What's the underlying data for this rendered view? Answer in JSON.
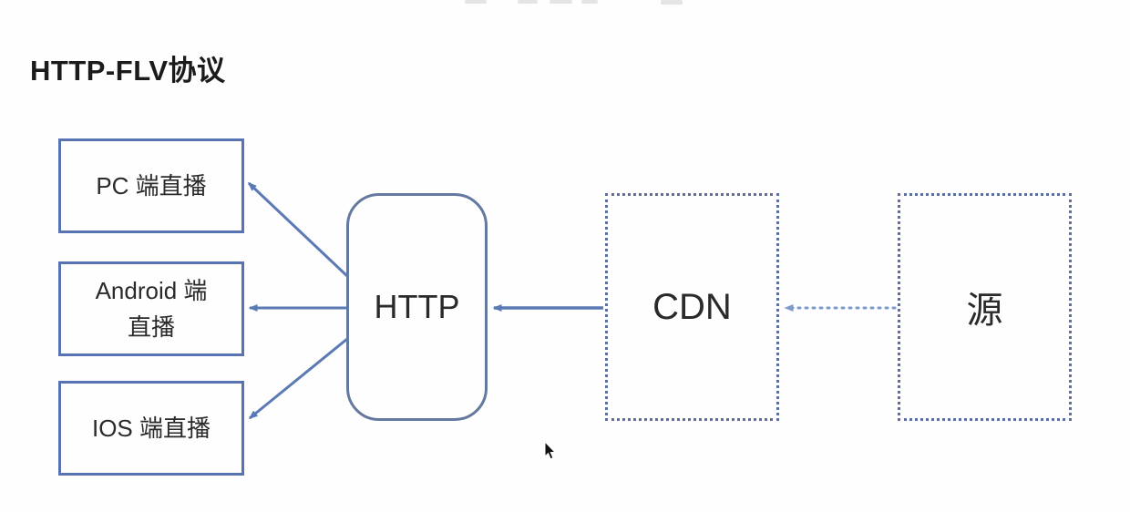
{
  "page": {
    "title": "HTTP-FLV协议",
    "background": "#fefefe"
  },
  "nodes": {
    "pc": {
      "label": "PC 端直播",
      "style": "solid"
    },
    "android": {
      "line1": "Android 端",
      "line2": "直播",
      "style": "solid"
    },
    "ios": {
      "label": "IOS 端直播",
      "style": "solid"
    },
    "http": {
      "label": "HTTP",
      "style": "rounded"
    },
    "cdn": {
      "label": "CDN",
      "style": "dotted"
    },
    "source": {
      "label": "源",
      "style": "dotted"
    }
  },
  "edges": [
    {
      "from": "http",
      "to": "pc",
      "style": "solid"
    },
    {
      "from": "http",
      "to": "android",
      "style": "solid"
    },
    {
      "from": "http",
      "to": "ios",
      "style": "solid"
    },
    {
      "from": "cdn",
      "to": "http",
      "style": "solid"
    },
    {
      "from": "source",
      "to": "cdn",
      "style": "dotted"
    }
  ],
  "icons": {
    "cursor": "mouse-pointer-arrow"
  },
  "colors": {
    "solid_box_border": "#5873b3",
    "rounded_box_border": "#64799f",
    "dotted_box_border": "#5c6da1",
    "arrow": "#5b79b4",
    "dotted_arrow": "#7d99cc",
    "text": "#2a2a2a",
    "title": "#1b1b1b"
  }
}
